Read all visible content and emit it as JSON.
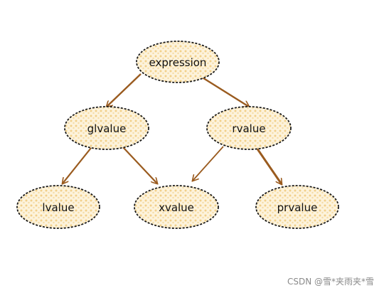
{
  "diagram": {
    "type": "tree",
    "nodes": [
      {
        "id": "expression",
        "label": "expression"
      },
      {
        "id": "glvalue",
        "label": "glvalue"
      },
      {
        "id": "rvalue",
        "label": "rvalue"
      },
      {
        "id": "lvalue",
        "label": "lvalue"
      },
      {
        "id": "xvalue",
        "label": "xvalue"
      },
      {
        "id": "prvalue",
        "label": "prvalue"
      }
    ],
    "edges": [
      {
        "from": "expression",
        "to": "glvalue"
      },
      {
        "from": "expression",
        "to": "rvalue"
      },
      {
        "from": "glvalue",
        "to": "lvalue"
      },
      {
        "from": "glvalue",
        "to": "xvalue"
      },
      {
        "from": "rvalue",
        "to": "xvalue"
      },
      {
        "from": "rvalue",
        "to": "prvalue"
      }
    ],
    "colors": {
      "node_fill": "#fdf3dc",
      "node_dots": "#f2d08a",
      "node_border": "#1a1a1a",
      "edge": "#9a5b1f"
    }
  },
  "watermark": "CSDN @雪*夹雨夹*雪"
}
